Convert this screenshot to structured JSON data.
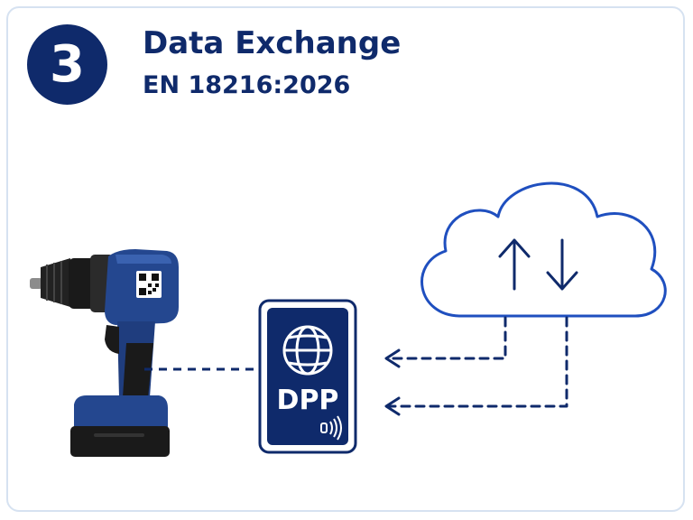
{
  "header": {
    "step_number": "3",
    "title": "Data Exchange",
    "subtitle": "EN 18216:2026"
  },
  "passport_card": {
    "label": "DPP",
    "icons": [
      "globe-icon",
      "nfc-icon"
    ]
  },
  "device": {
    "icon": "cordless-drill-icon",
    "tag_icon": "qr-code-icon"
  },
  "cloud": {
    "icons": [
      "cloud-icon",
      "upload-arrow-icon",
      "download-arrow-icon"
    ]
  },
  "colors": {
    "navy": "#0f2a6b",
    "accent_blue": "#1f4fbf",
    "border": "#d6e2f1",
    "drill_blue": "#24478f",
    "drill_dark": "#1a1a1a"
  }
}
